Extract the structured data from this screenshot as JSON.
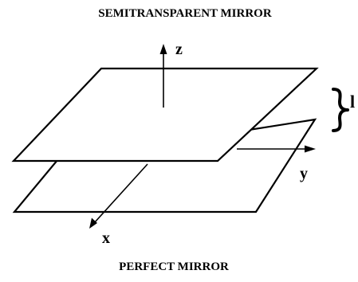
{
  "diagram": {
    "top_caption": "SEMITRANSPARENT MIRROR",
    "bottom_caption": "PERFECT MIRROR",
    "axes": {
      "z": "z",
      "y": "y",
      "x": "x"
    },
    "spacing_label": "l"
  }
}
